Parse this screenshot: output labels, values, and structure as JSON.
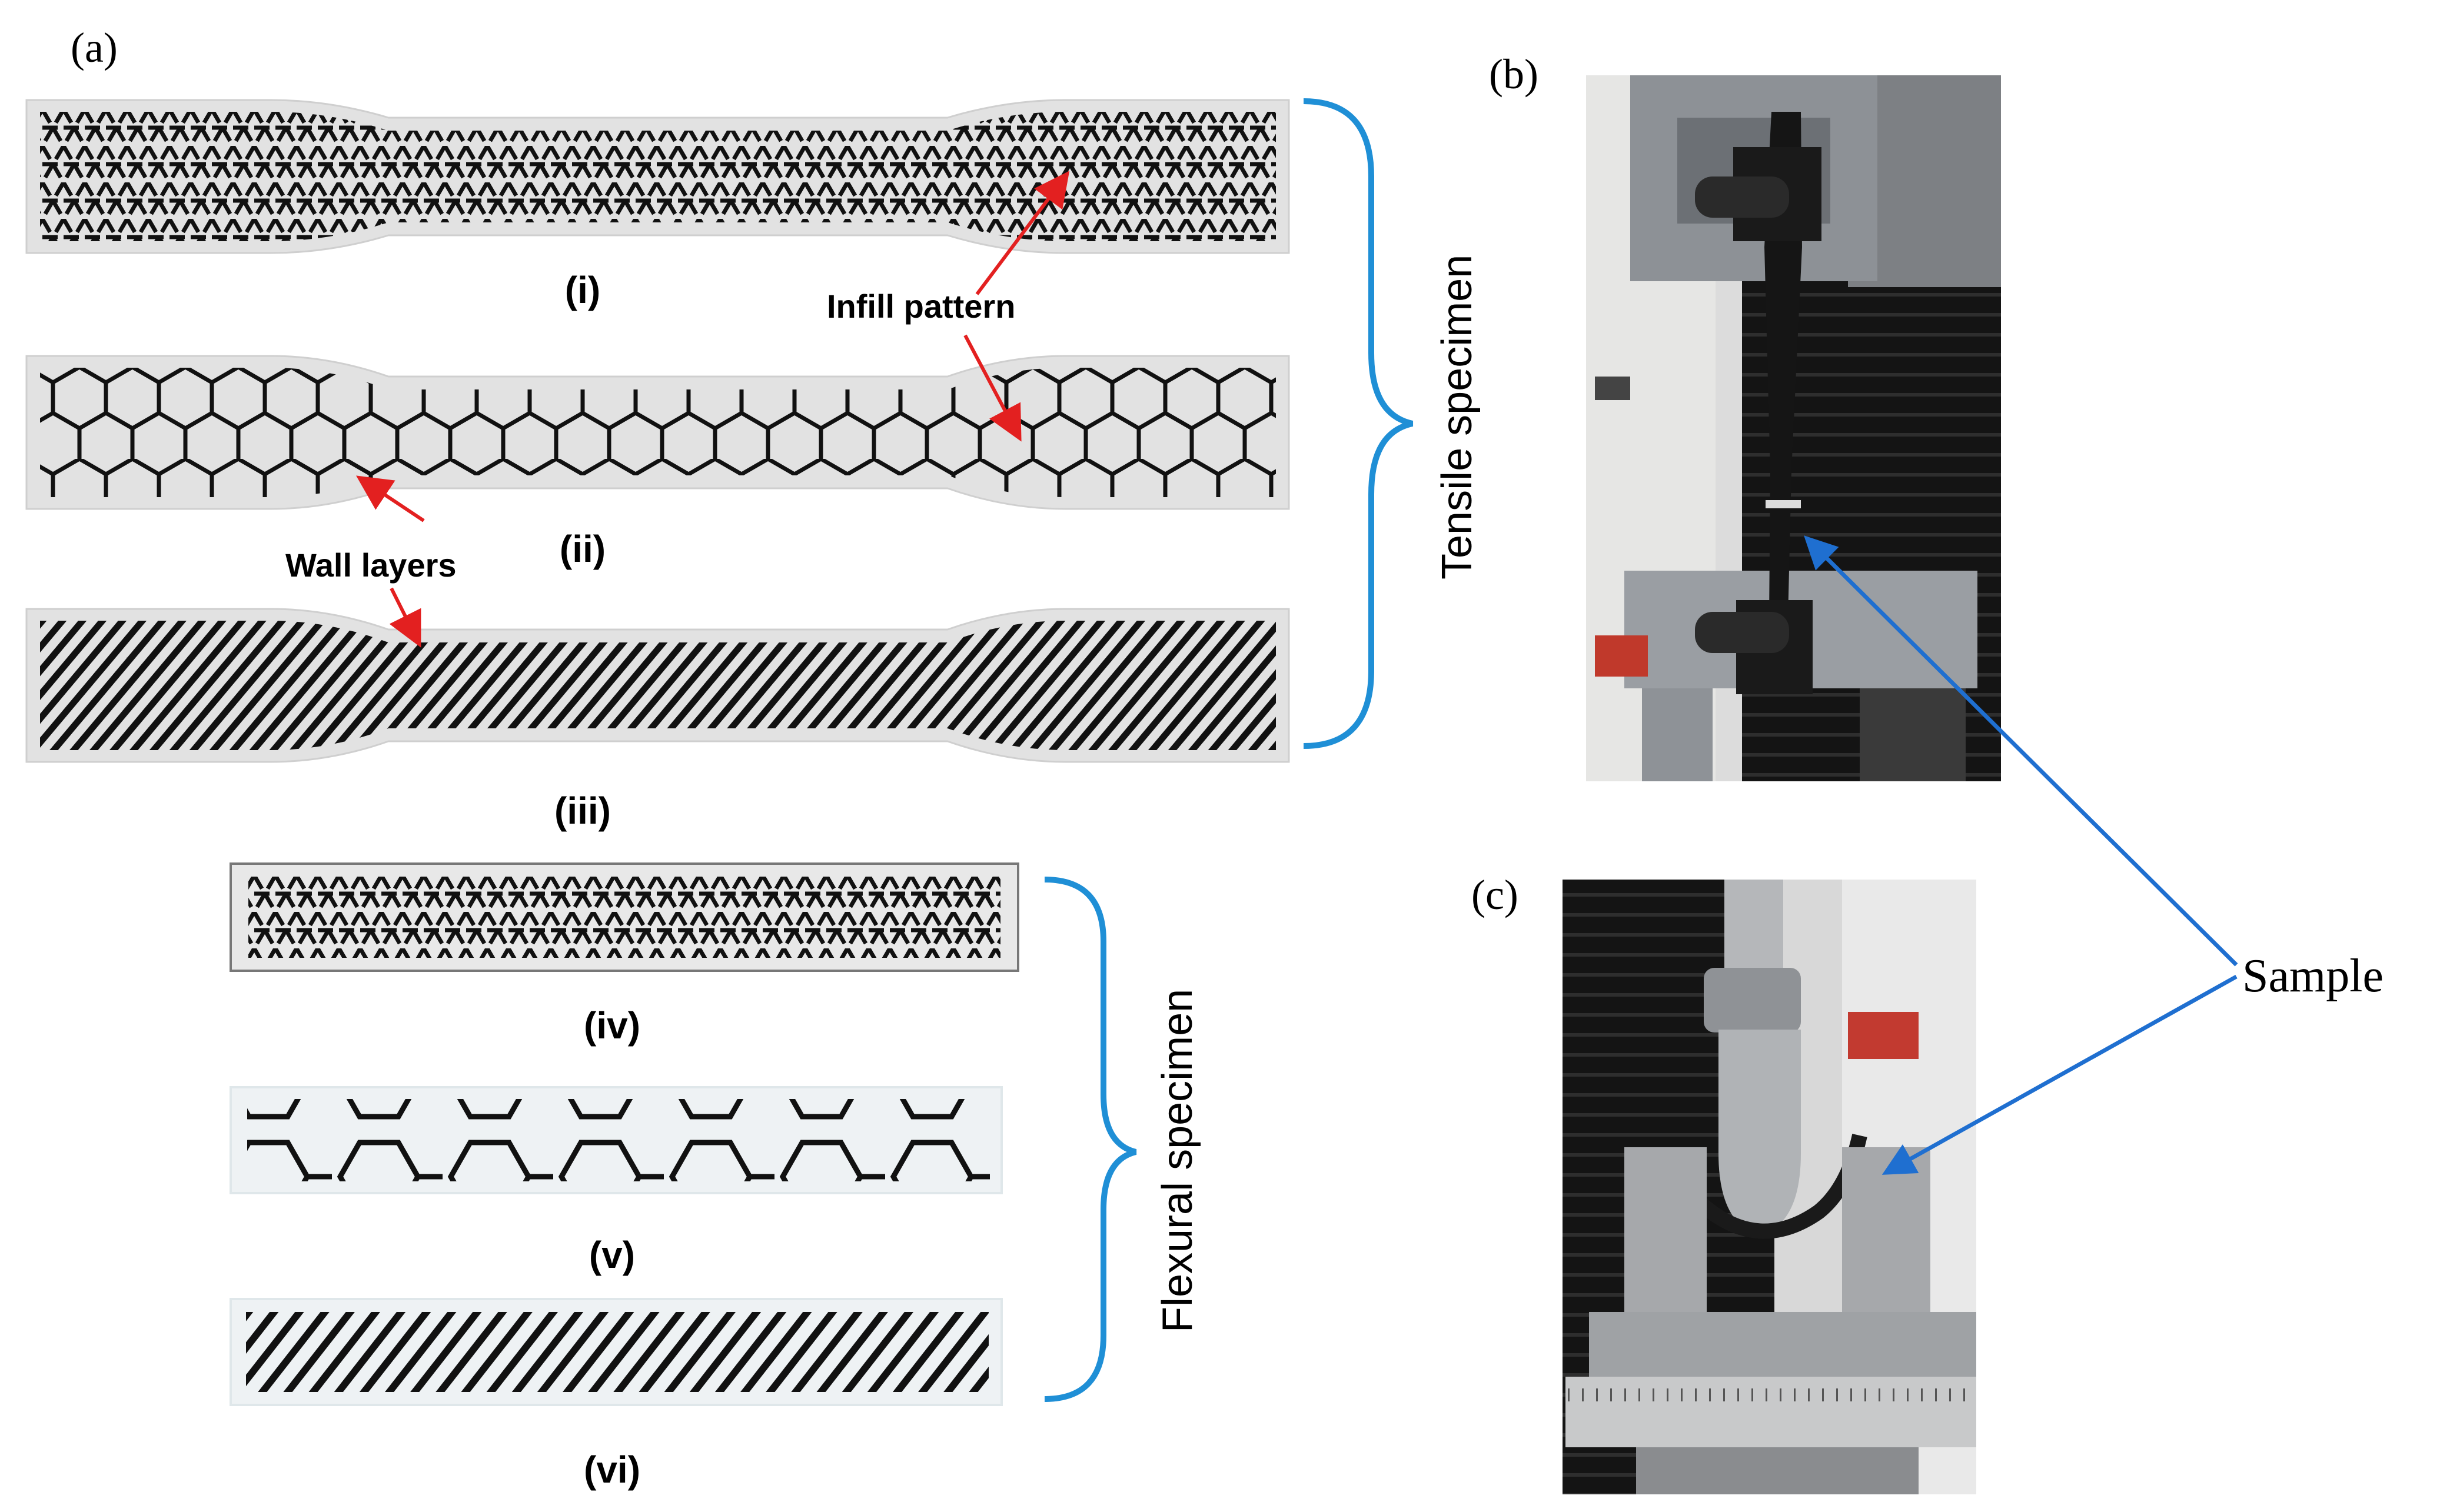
{
  "panels": {
    "a": "(a)",
    "b": "(b)",
    "c": "(c)"
  },
  "specimens": [
    {
      "label": "(i)",
      "infill": "triangle"
    },
    {
      "label": "(ii)",
      "infill": "hexagon"
    },
    {
      "label": "(iii)",
      "infill": "line"
    },
    {
      "label": "(iv)",
      "infill": "triangle"
    },
    {
      "label": "(v)",
      "infill": "hexagon"
    },
    {
      "label": "(vi)",
      "infill": "line"
    }
  ],
  "callouts": {
    "infill_pattern": "Infill pattern",
    "wall_layers": "Wall layers"
  },
  "groups": {
    "tensile": "Tensile specimen",
    "flexural": "Flexural specimen"
  },
  "sample_label": "Sample",
  "colors": {
    "bracket": "#1f8fd6",
    "red_arrow": "#e32020",
    "blue_arrow": "#1f6fd0",
    "wall": "#e2e2e2",
    "photo_bg": "#2b2b2b"
  }
}
